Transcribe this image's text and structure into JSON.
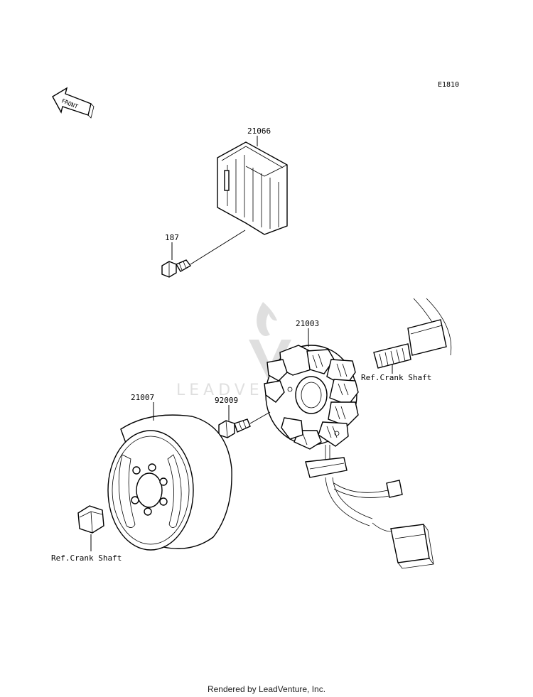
{
  "diagram_code": "E1810",
  "front_label": "FRONT",
  "parts": {
    "regulator": "21066",
    "bolt_regulator": "187",
    "stator": "21003",
    "stator_bolt": "92009",
    "rotor": "21007"
  },
  "refs": {
    "crank_shaft_right": "Ref.Crank Shaft",
    "crank_shaft_left": "Ref.Crank Shaft"
  },
  "watermark": "LEADVENTURE",
  "footer": "Rendered by LeadVenture, Inc."
}
